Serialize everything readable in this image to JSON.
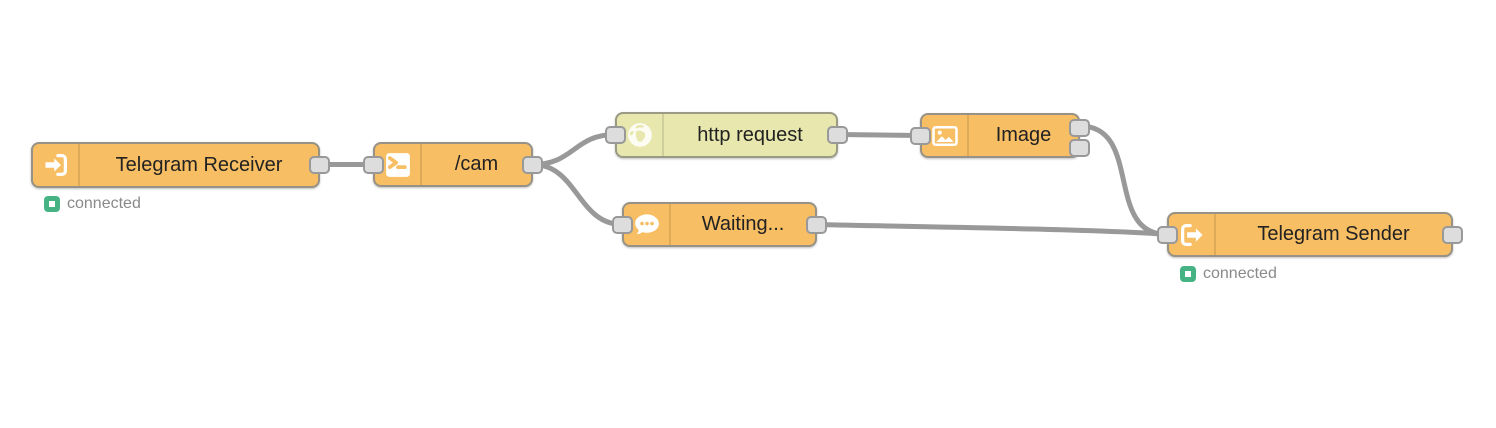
{
  "app": {
    "name": "Node-RED flow editor"
  },
  "colors": {
    "canvas_background": "#ffffff",
    "telegram_node": "#f7be63",
    "http_request_node": "#e7e7ae",
    "node_border": "#979285",
    "wire": "#999999",
    "port_fill": "#dddddd",
    "port_border": "#999999",
    "status_connected": "#45b383",
    "status_text": "#8a8a8a",
    "label_text": "#222222"
  },
  "nodes": [
    {
      "id": "telegram-receiver",
      "label": "Telegram Receiver",
      "icon": "sign-in-arrow-icon",
      "status": {
        "state": "connected",
        "label": "connected"
      }
    },
    {
      "id": "cam-command",
      "label": "/cam",
      "icon": "terminal-prompt-icon"
    },
    {
      "id": "http-request",
      "label": "http request",
      "icon": "globe-icon"
    },
    {
      "id": "image-preview",
      "label": "Image",
      "icon": "image-icon"
    },
    {
      "id": "waiting-message",
      "label": "Waiting...",
      "icon": "speech-bubble-icon"
    },
    {
      "id": "telegram-sender",
      "label": "Telegram Sender",
      "icon": "sign-out-arrow-icon",
      "status": {
        "state": "connected",
        "label": "connected"
      }
    }
  ],
  "wires": [
    {
      "from": "telegram-receiver",
      "to": "cam-command"
    },
    {
      "from": "cam-command",
      "to": "http-request"
    },
    {
      "from": "cam-command",
      "to": "waiting-message"
    },
    {
      "from": "http-request",
      "to": "image-preview"
    },
    {
      "from": "image-preview",
      "to": "telegram-sender"
    },
    {
      "from": "waiting-message",
      "to": "telegram-sender"
    }
  ]
}
